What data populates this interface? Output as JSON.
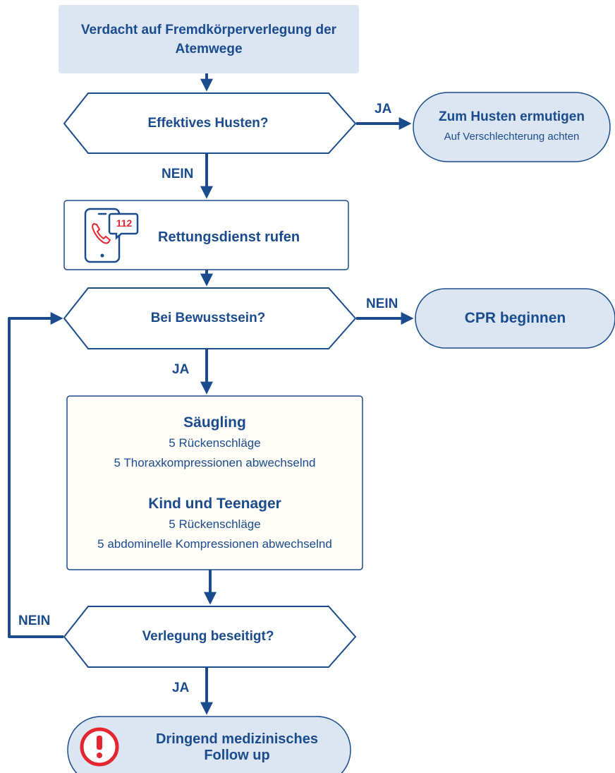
{
  "nodes": {
    "start": "Verdacht auf Fremdkörperverlegung der Atemwege",
    "q_cough": "Effektives Husten?",
    "encourage_title": "Zum Husten ermutigen",
    "encourage_sub": "Auf Verschlechterung achten",
    "call_ems": "Rettungsdienst rufen",
    "phone_badge": "112",
    "q_conscious": "Bei Bewusstsein?",
    "cpr": "CPR beginnen",
    "infant_title": "Säugling",
    "infant_line1": "5 Rückenschläge",
    "infant_line2": "5 Thoraxkompressionen abwechselnd",
    "child_title": "Kind und Teenager",
    "child_line1": "5 Rückenschläge",
    "child_line2": "5 abdominelle Kompressionen abwechselnd",
    "q_cleared": "Verlegung beseitigt?",
    "followup": "Dringend medizinisches Follow up"
  },
  "edges": {
    "cough_yes": "JA",
    "cough_no": "NEIN",
    "conscious_no": "NEIN",
    "conscious_yes": "JA",
    "cleared_no": "NEIN",
    "cleared_yes": "JA"
  },
  "colors": {
    "primary": "#1a4b8c",
    "light_fill": "#dce6f3",
    "cream_fill": "#fffdf7",
    "alert_red": "#e3262f"
  },
  "icons": {
    "phone": "phone-112-icon",
    "alert": "exclamation-circle-icon"
  }
}
